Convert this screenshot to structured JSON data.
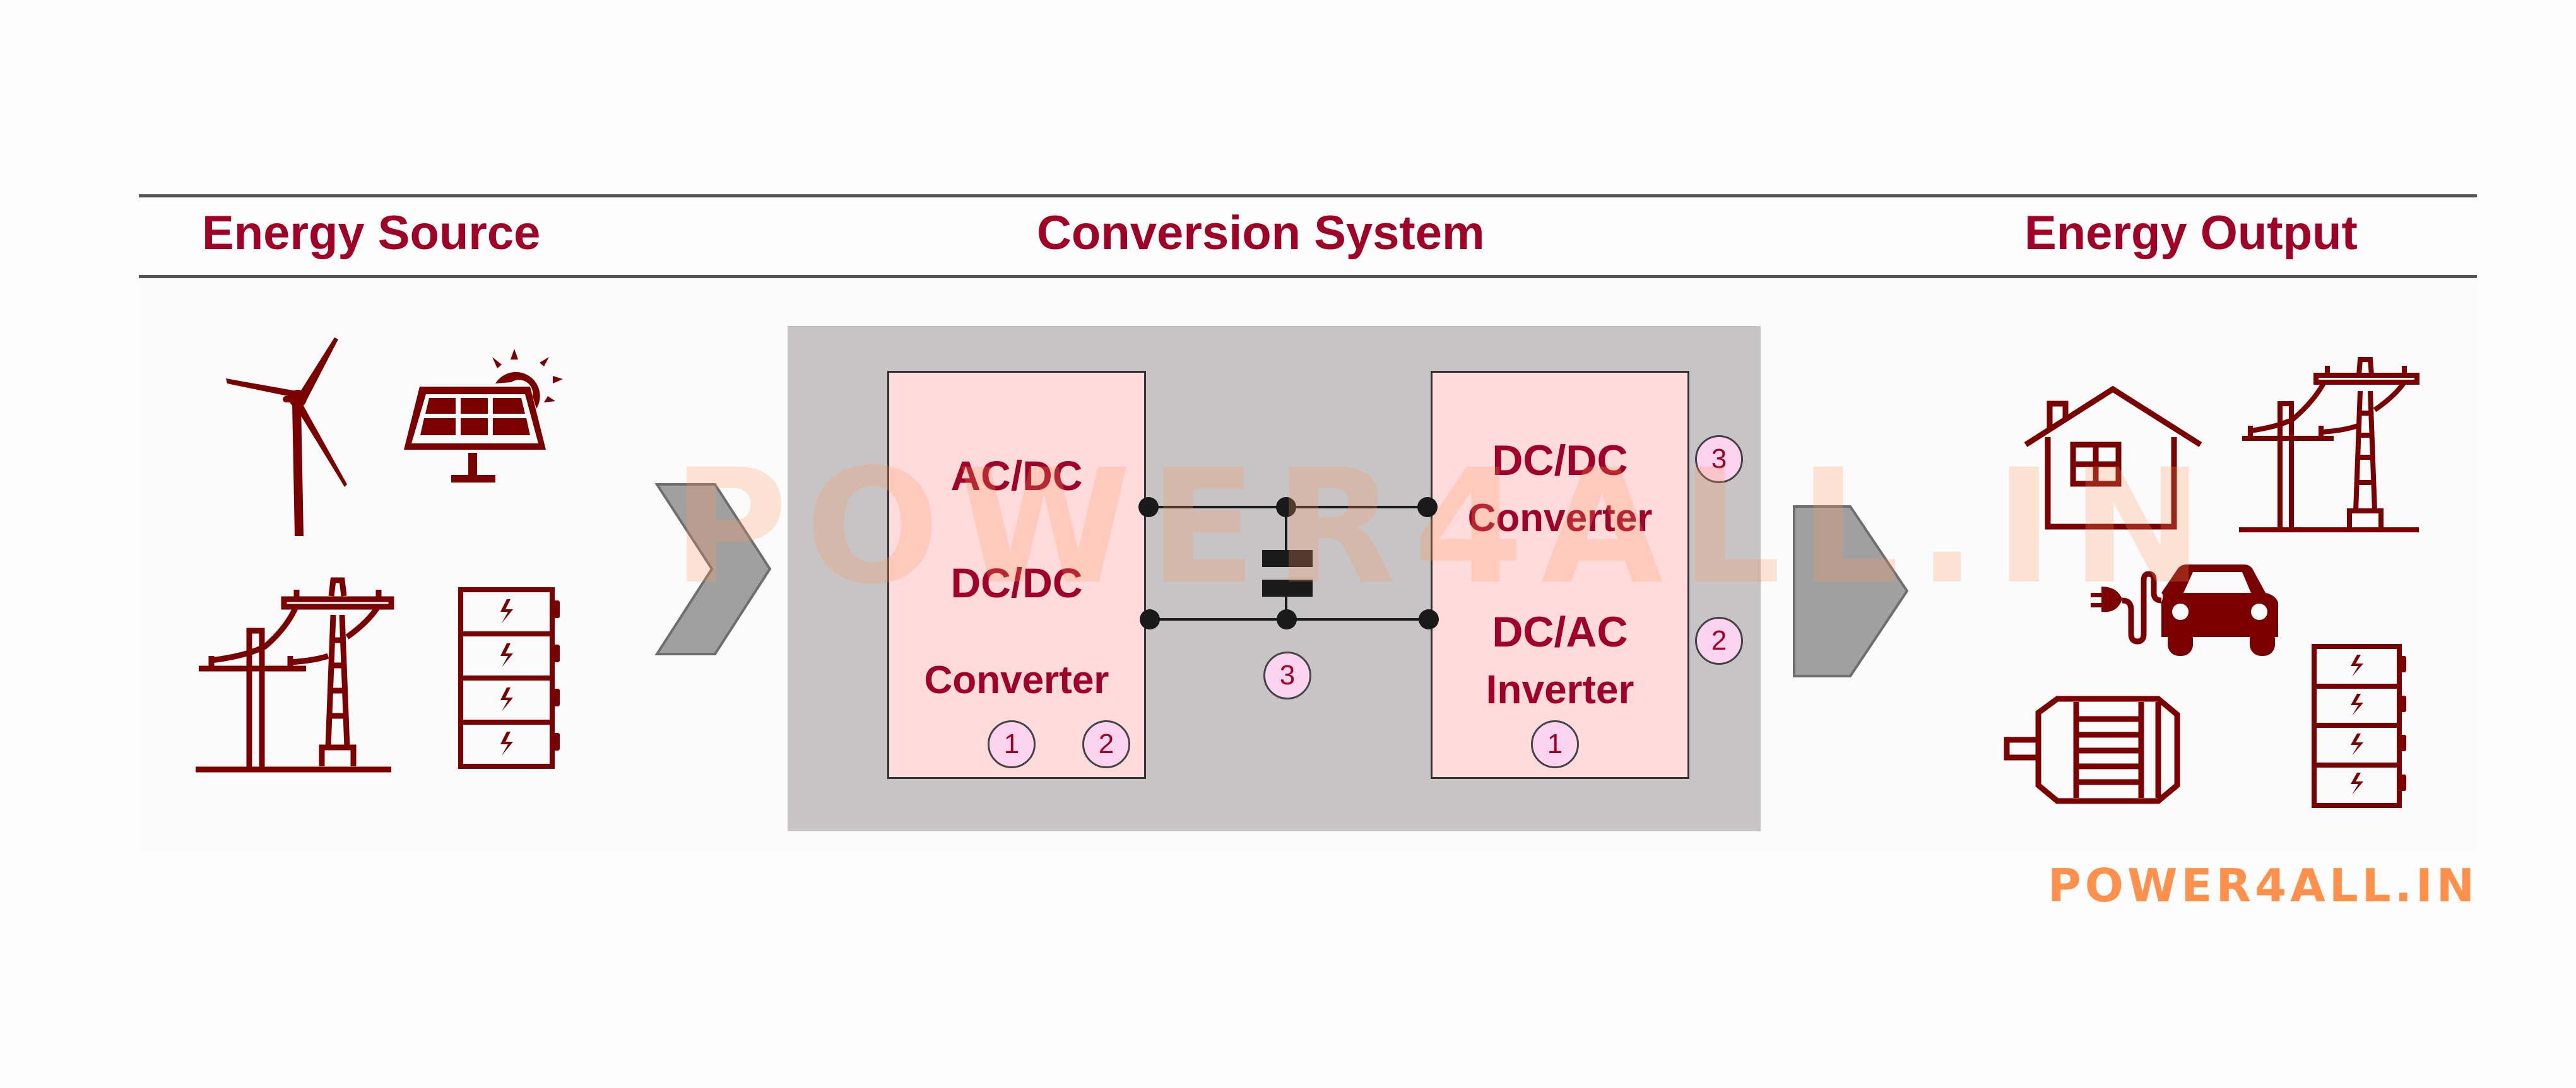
{
  "headers": {
    "source": "Energy Source",
    "conversion": "Conversion System",
    "output": "Energy Output"
  },
  "colors": {
    "title_red": "#a00025",
    "icon_maroon": "#7a0000",
    "pink_box": "#ffdbdb",
    "badge_fill": "#fdd4f0",
    "gray_box": "#c6c4c5",
    "arrow_gray": "#a0a0a0",
    "brand_orange": "#ff914d"
  },
  "energy_sources": {
    "icons": [
      "wind-turbine-icon",
      "solar-panel-icon",
      "power-grid-icon",
      "battery-stack-icon"
    ]
  },
  "conversion_system": {
    "left_block": {
      "line1": "AC/DC",
      "line2": "DC/DC",
      "line3": "Converter",
      "badges": [
        "1",
        "2"
      ]
    },
    "dc_link": {
      "component": "capacitor",
      "badge": "3"
    },
    "right_block": {
      "top_line1": "DC/DC",
      "top_line2": "Converter",
      "top_badge": "3",
      "bottom_line1": "DC/AC",
      "bottom_line2": "Inverter",
      "bottom_badge_inside": "1",
      "bottom_badge_side": "2"
    }
  },
  "energy_outputs": {
    "icons": [
      "house-icon",
      "power-grid-icon",
      "ev-charging-icon",
      "electric-motor-icon",
      "battery-stack-icon"
    ]
  },
  "watermark": "POWER4ALL.IN",
  "footer_brand": "POWER4ALL.IN"
}
